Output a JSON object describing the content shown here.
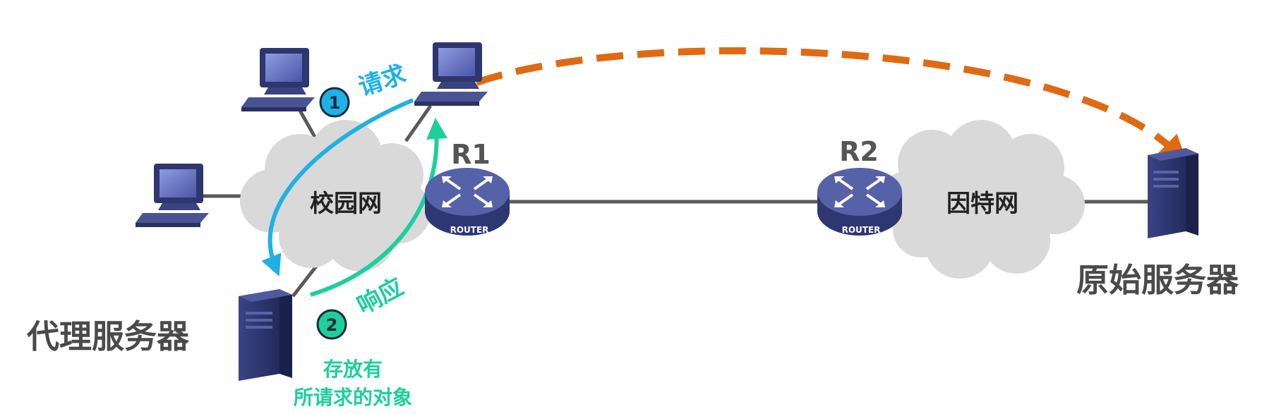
{
  "labels": {
    "campus_net": "校园网",
    "internet": "因特网",
    "r1": "R1",
    "r2": "R2",
    "router_text": "ROUTER",
    "proxy_server": "代理服务器",
    "origin_server": "原始服务器",
    "request": "请求",
    "response": "响应",
    "step1": "1",
    "step2": "2",
    "cache_note_line1": "存放有",
    "cache_note_line2": "所请求的对象"
  },
  "icons": {
    "client_pc": "desktop-computer-icon",
    "server": "tower-server-icon",
    "router": "router-icon",
    "cloud": "network-cloud-icon"
  },
  "colors": {
    "request_arrow": "#1fb1e6",
    "response_arrow": "#1ccf9d",
    "dashed_arrow": "#e06a12",
    "link_line": "#5a5a5a",
    "label_dark": "#3c3c3c",
    "router_body": "#4a5598",
    "server_body": "#303a78",
    "cloud_fill": "#d9d9d9"
  }
}
